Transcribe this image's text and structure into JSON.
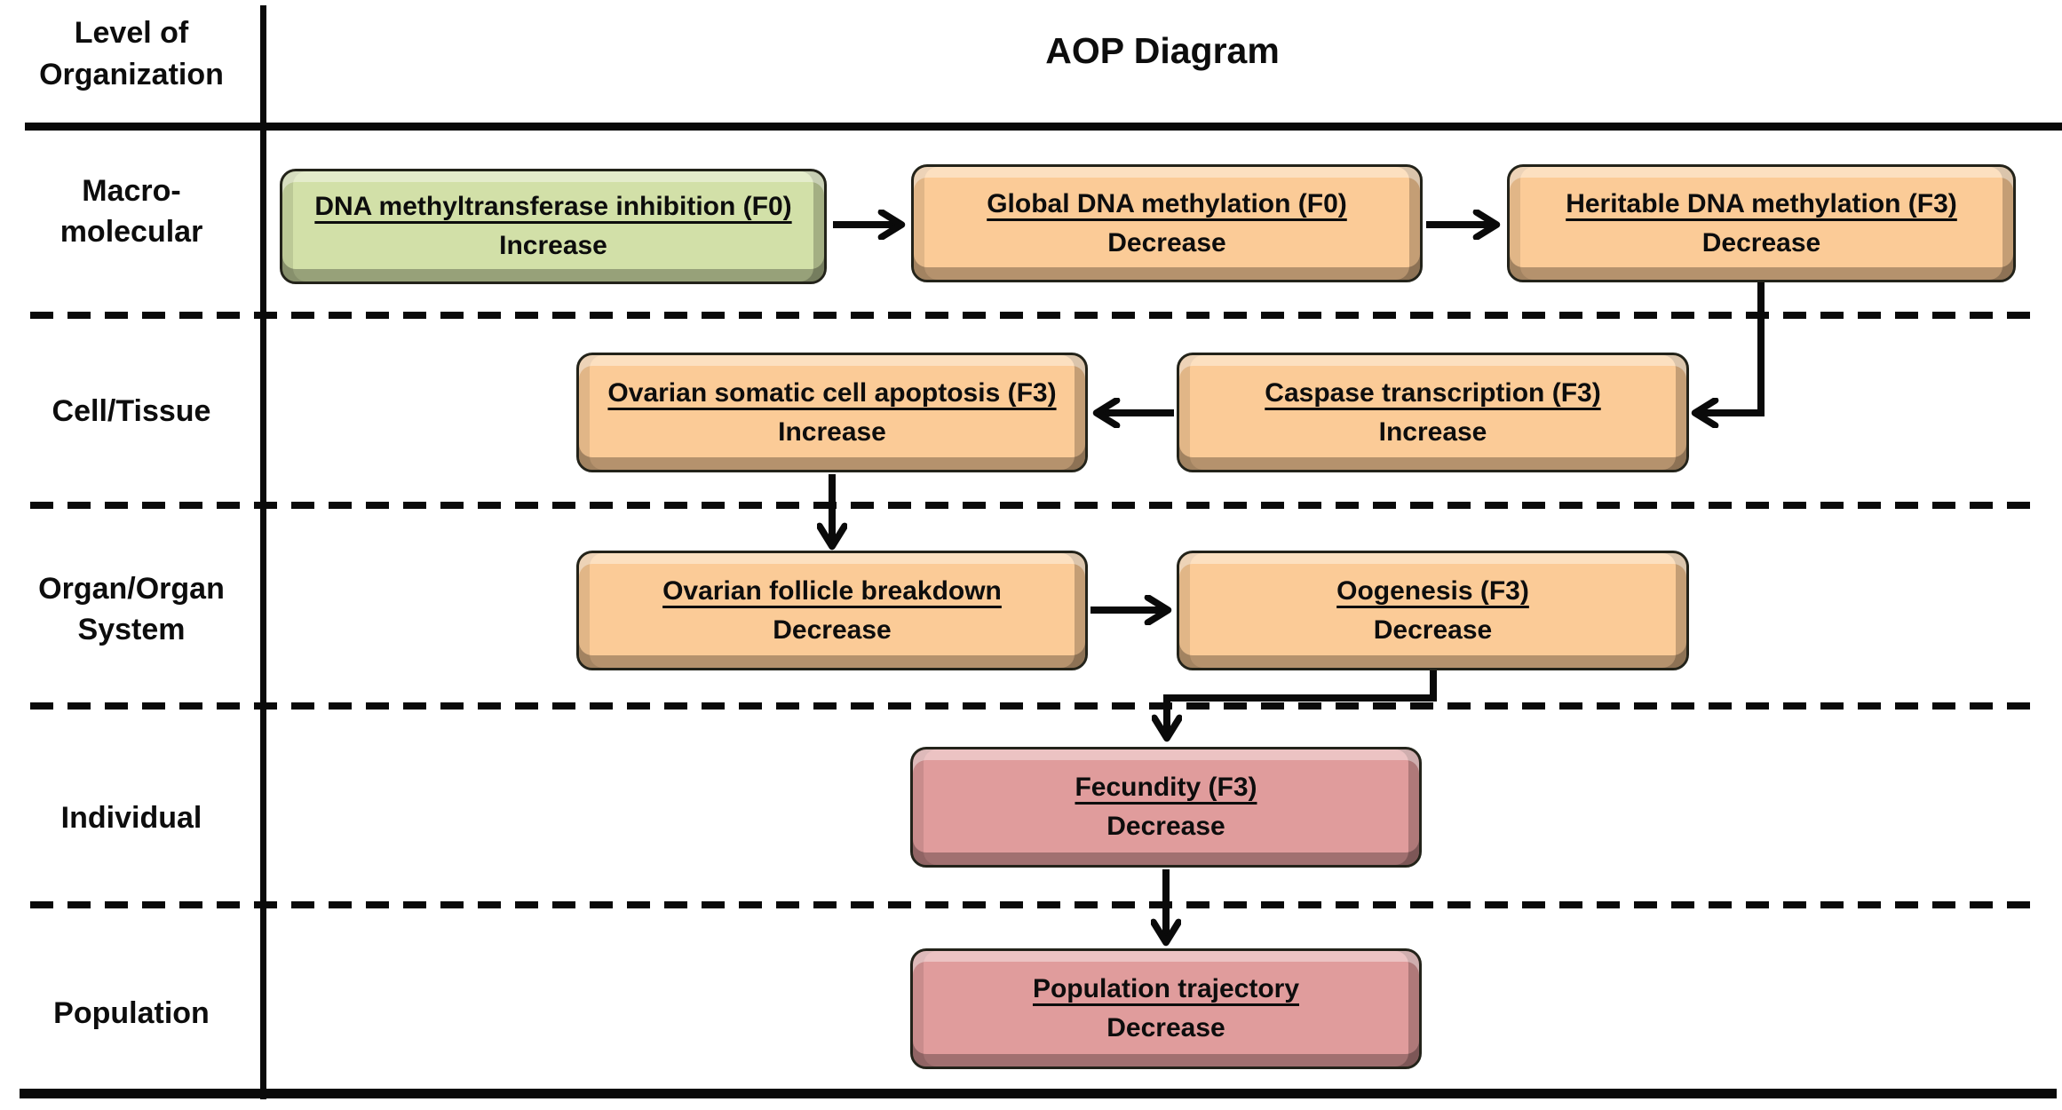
{
  "header": {
    "column_label": "Level of\nOrganization",
    "title": "AOP Diagram"
  },
  "rows": [
    {
      "id": "macromolecular",
      "label": "Macro-\nmolecular"
    },
    {
      "id": "cell-tissue",
      "label": "Cell/Tissue"
    },
    {
      "id": "organ-organ-system",
      "label": "Organ/Organ\nSystem"
    },
    {
      "id": "individual",
      "label": "Individual"
    },
    {
      "id": "population",
      "label": "Population"
    }
  ],
  "boxes": [
    {
      "id": "dna-methyltransferase-inhibition-f0",
      "title": "DNA methyltransferase inhibition (F0)",
      "direction": "Increase",
      "variant": "green"
    },
    {
      "id": "global-dna-methylation-f0",
      "title": "Global DNA methylation (F0)",
      "direction": "Decrease",
      "variant": "orange"
    },
    {
      "id": "heritable-dna-methylation-f3",
      "title": "Heritable DNA methylation (F3)",
      "direction": "Decrease",
      "variant": "orange"
    },
    {
      "id": "ovarian-somatic-cell-apoptosis-f3",
      "title": "Ovarian somatic cell apoptosis (F3)",
      "direction": "Increase",
      "variant": "orange"
    },
    {
      "id": "caspase-transcription-f3",
      "title": "Caspase transcription (F3)",
      "direction": "Increase",
      "variant": "orange"
    },
    {
      "id": "ovarian-follicle-breakdown",
      "title": "Ovarian follicle breakdown",
      "direction": "Decrease",
      "variant": "orange"
    },
    {
      "id": "oogenesis-f3",
      "title": "Oogenesis (F3)",
      "direction": "Decrease",
      "variant": "orange"
    },
    {
      "id": "fecundity-f3",
      "title": "Fecundity (F3)",
      "direction": "Decrease",
      "variant": "pink"
    },
    {
      "id": "population-trajectory",
      "title": "Population trajectory",
      "direction": "Decrease",
      "variant": "pink"
    }
  ],
  "edges": [
    {
      "from": "dna-methyltransferase-inhibition-f0",
      "to": "global-dna-methylation-f0"
    },
    {
      "from": "global-dna-methylation-f0",
      "to": "heritable-dna-methylation-f3"
    },
    {
      "from": "heritable-dna-methylation-f3",
      "to": "caspase-transcription-f3"
    },
    {
      "from": "caspase-transcription-f3",
      "to": "ovarian-somatic-cell-apoptosis-f3"
    },
    {
      "from": "ovarian-somatic-cell-apoptosis-f3",
      "to": "ovarian-follicle-breakdown"
    },
    {
      "from": "ovarian-follicle-breakdown",
      "to": "oogenesis-f3"
    },
    {
      "from": "oogenesis-f3",
      "to": "fecundity-f3"
    },
    {
      "from": "fecundity-f3",
      "to": "population-trajectory"
    }
  ],
  "colors": {
    "green": "#d2e0a8",
    "orange": "#fbcb97",
    "pink": "#e09c9c",
    "line": "#0a0a0a"
  }
}
